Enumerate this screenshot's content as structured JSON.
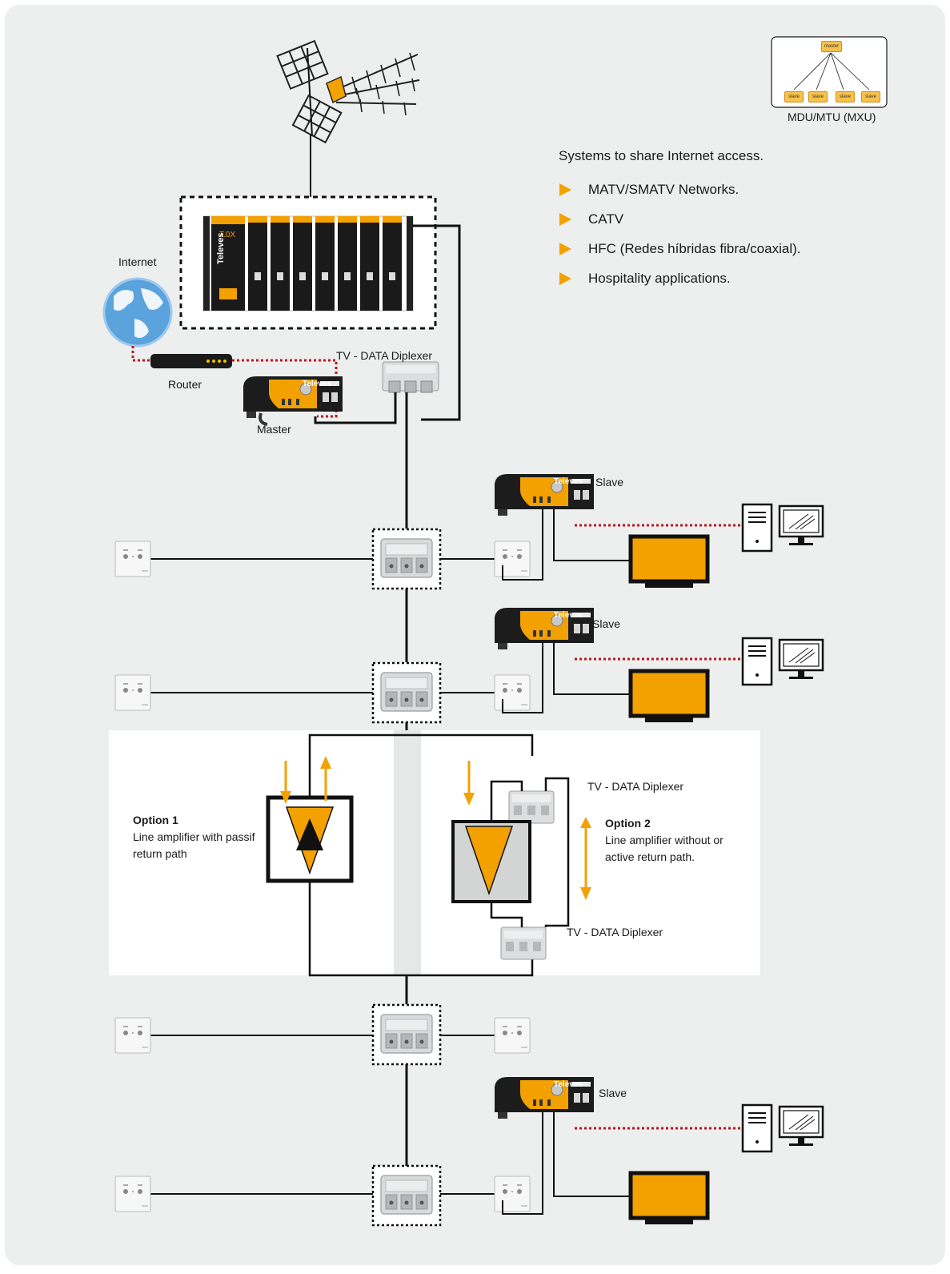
{
  "mini_diagram": {
    "master": "master",
    "slaves": [
      "slave",
      "slave",
      "slave",
      "slave"
    ],
    "caption": "MDU/MTU (MXU)"
  },
  "intro": {
    "heading": "Systems to share Internet access.",
    "bullets": [
      "MATV/SMATV Networks.",
      "CATV",
      "HFC (Redes híbridas fibra/coaxial).",
      "Hospitality applications."
    ]
  },
  "labels": {
    "internet": "Internet",
    "router": "Router",
    "master": "Master",
    "diplexer_top": "TV - DATA  Diplexer",
    "slave_1": "Slave",
    "slave_2": "Slave",
    "slave_3": "Slave",
    "diplexer_opt2_top": "TV - DATA  Diplexer",
    "diplexer_opt2_bottom": "TV - DATA  Diplexer"
  },
  "options": {
    "option1_title": "Option 1",
    "option1_line1": "Line amplifier with passif",
    "option1_line2": "return path",
    "option2_title": "Option 2",
    "option2_line1": "Line amplifier without or",
    "option2_line2": "active  return path."
  },
  "device_text": {
    "brand": "Televes",
    "headend_logo": "T.0X"
  },
  "colors": {
    "background": "#edeeee",
    "accent": "#f2a100",
    "line": "#111111",
    "data_link": "#c0161f"
  }
}
